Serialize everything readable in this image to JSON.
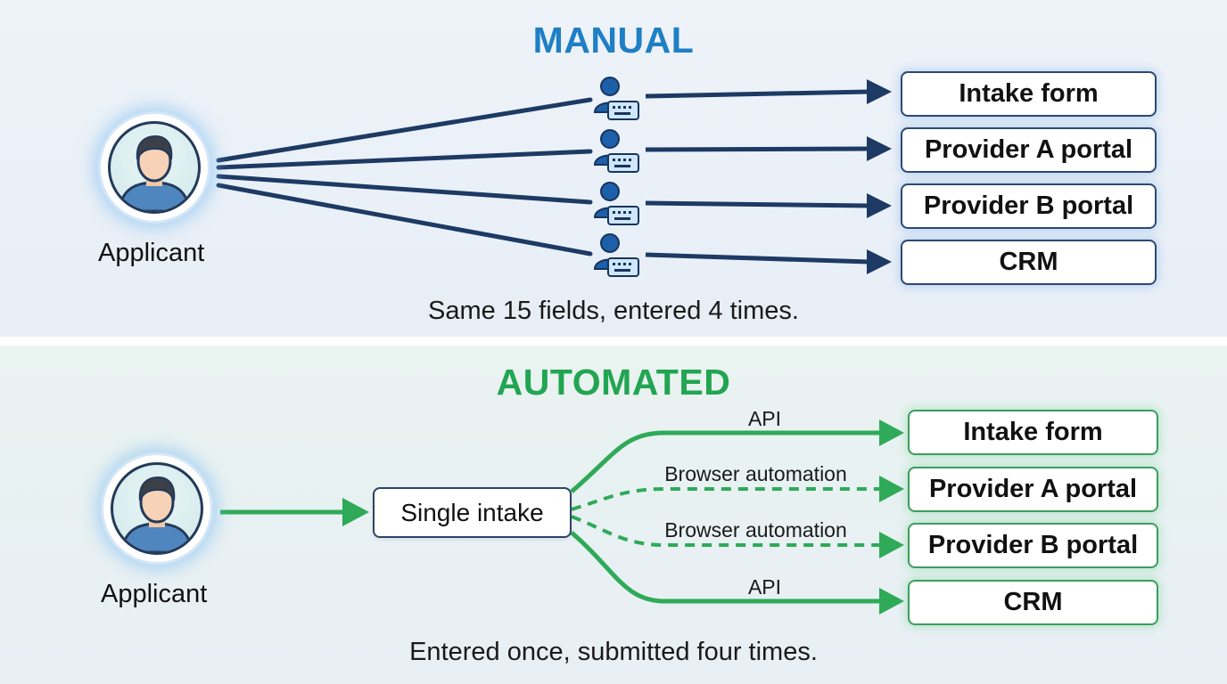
{
  "manual": {
    "title": "MANUAL",
    "applicant_label": "Applicant",
    "targets": [
      "Intake form",
      "Provider A portal",
      "Provider B portal",
      "CRM"
    ],
    "caption": "Same 15 fields, entered 4 times."
  },
  "automated": {
    "title": "AUTOMATED",
    "applicant_label": "Applicant",
    "hub_label": "Single intake",
    "routes": [
      {
        "method": "API",
        "target": "Intake form",
        "style": "solid"
      },
      {
        "method": "Browser automation",
        "target": "Provider A portal",
        "style": "dashed"
      },
      {
        "method": "Browser automation",
        "target": "Provider B portal",
        "style": "dashed"
      },
      {
        "method": "API",
        "target": "CRM",
        "style": "solid"
      }
    ],
    "caption": "Entered once, submitted four times."
  },
  "colors": {
    "manual_accent": "#1f7fc4",
    "manual_line": "#1d3a64",
    "automated_accent": "#22a552",
    "automated_line": "#2eaa58"
  },
  "icons": {
    "applicant": "person-avatar-icon",
    "manual_operator": "person-at-keyboard-icon"
  }
}
